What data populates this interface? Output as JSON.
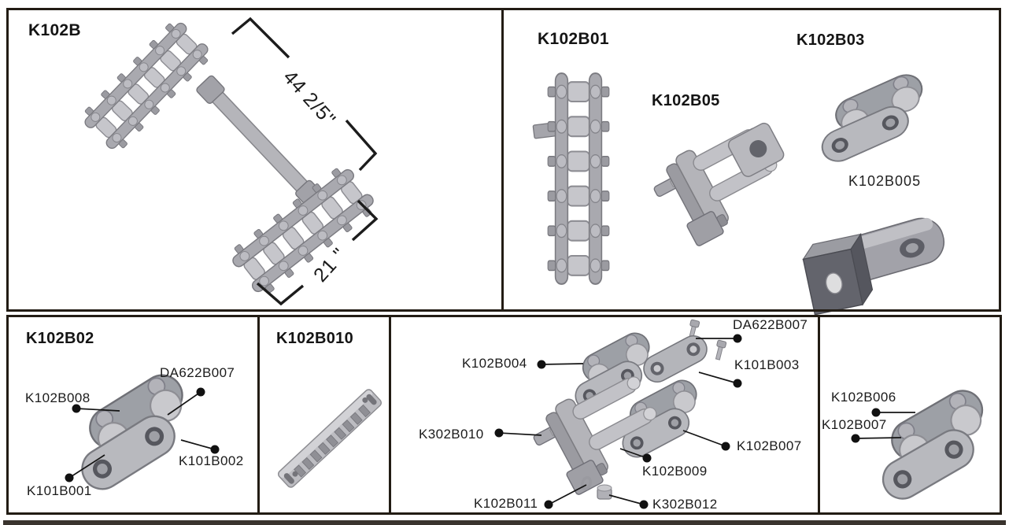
{
  "doc_type": "chain assembly parts diagram",
  "colors": {
    "panel_border": "#221c14",
    "part_light": "#c6c6cb",
    "part_mid": "#a9a9af",
    "part_dark": "#63646c",
    "leader_line": "#141414",
    "bottom_strip": "#3a342e"
  },
  "panels": {
    "assembly": {
      "title": "K102B",
      "dim_long": "44 2/5\"",
      "dim_short": "21 \""
    },
    "components": {
      "title_chain": "K102B01",
      "title_connector": "K102B05",
      "title_roller_link": "K102B03",
      "label_bracket": "K102B005"
    },
    "connecting_link": {
      "title": "K102B02",
      "label_pin": "DA622B007",
      "label_plate": "K102B008",
      "label_roller": "K101B002",
      "label_bushing": "K101B001"
    },
    "bar": {
      "title": "K102B010"
    },
    "exploded": {
      "label_pin": "DA622B007",
      "label_link": "K102B004",
      "label_plate": "K101B003",
      "label_bolt": "K302B010",
      "label_roller_link": "K102B007",
      "label_pin_plate": "K102B009",
      "label_washer": "K102B011",
      "label_nut": "K302B012"
    },
    "roller_link": {
      "label_top": "K102B006",
      "label_bottom": "K102B007"
    }
  }
}
